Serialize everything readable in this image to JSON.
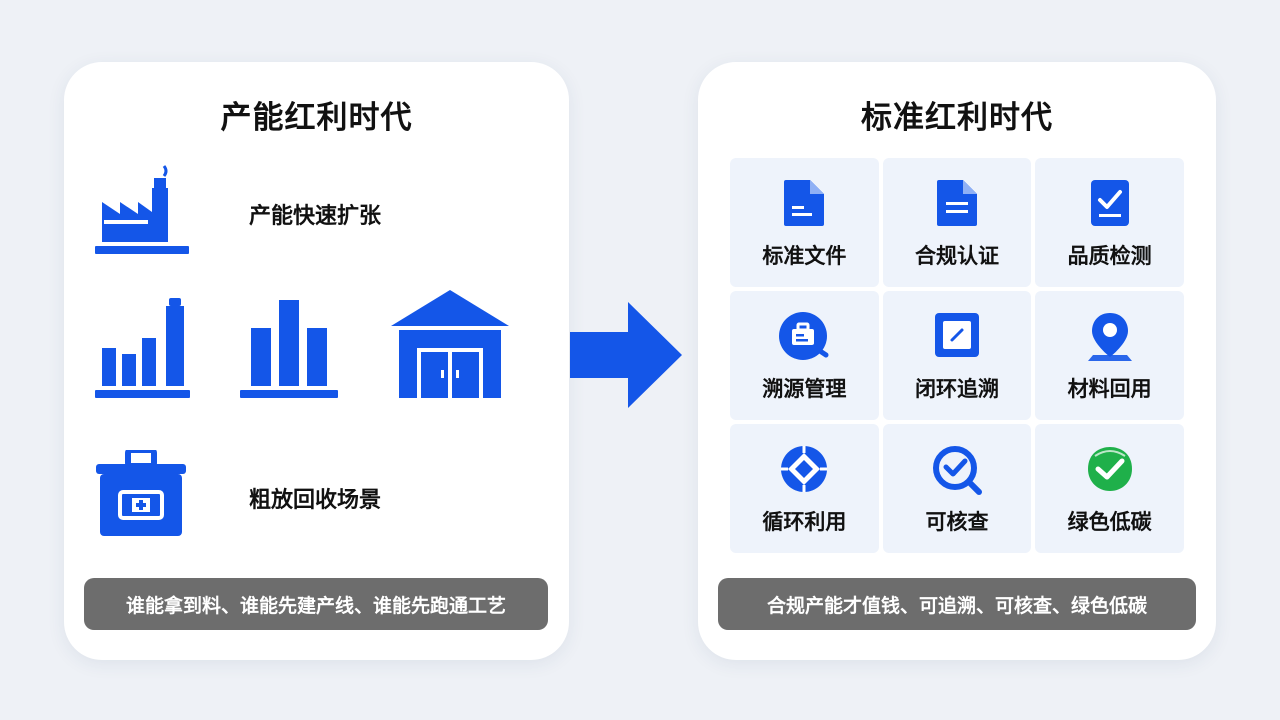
{
  "left": {
    "title": "产能红利时代",
    "labels": {
      "expansion": "产能快速扩张",
      "recycling": "粗放回收场景"
    },
    "footer": "谁能拿到料、谁能先建产线、谁能先跑通工艺"
  },
  "right": {
    "title": "标准红利时代",
    "grid": [
      {
        "label": "标准文件",
        "icon": "document-icon"
      },
      {
        "label": "合规认证",
        "icon": "certificate-icon"
      },
      {
        "label": "品质检测",
        "icon": "checklist-icon"
      },
      {
        "label": "溯源管理",
        "icon": "trace-badge-icon"
      },
      {
        "label": "闭环追溯",
        "icon": "closed-loop-icon"
      },
      {
        "label": "材料回用",
        "icon": "location-pin-icon"
      },
      {
        "label": "循环利用",
        "icon": "recycle-icon"
      },
      {
        "label": "可核查",
        "icon": "verify-check-icon"
      },
      {
        "label": "绿色低碳",
        "icon": "green-check-icon"
      }
    ],
    "footer": "合规产能才值钱、可追溯、可核查、绿色低碳"
  },
  "colors": {
    "primary_blue": "#1456e8",
    "green": "#1fb04a",
    "footer_gray": "#6d6d6d",
    "grid_cell": "#eef3fb"
  }
}
